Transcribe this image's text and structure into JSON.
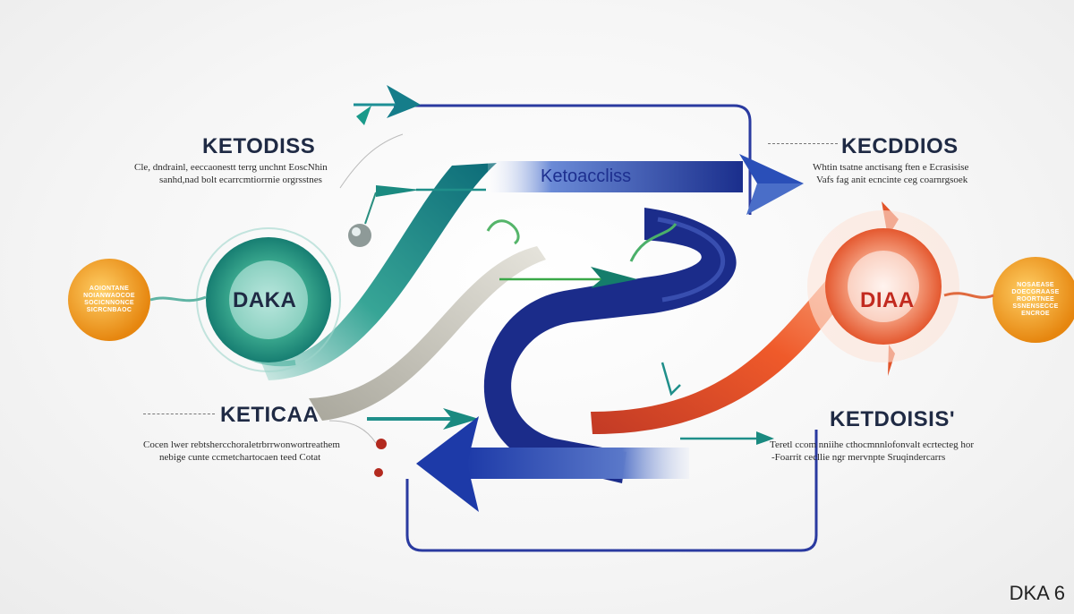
{
  "headings": {
    "top_left": "KETODISS",
    "top_right": "KECDDIOS",
    "bottom_left": "KETICAA",
    "bottom_right": "KETDOISIS'"
  },
  "captions": {
    "top_left_line1": "Cle, dndrainl, eeccaonestt terrg unchnt EoscNhin",
    "top_left_line2": "sanhd,nad bolt ecarrcmtiorrnie orgrsstnes",
    "top_right_line1": "Whtin tsatne anctisang ften e Ecrasisise",
    "top_right_line2": "Vafs fag anit ecncinte ceg coarnrgsoek",
    "bottom_left_line1": "Cocen lwer rebtshercchoraletrbrrwonwortreathem",
    "bottom_left_line2": "nebige cunte ccmetchartocaen teed Cotat",
    "bottom_right_line1": "Teretl ccom nniihe cthocmnnlofonvalt ecrtecteg hor",
    "bottom_right_line2": "-Foarrit cecllie ngr mervnpte Sruqindercarrs"
  },
  "banner_label": "Ketoaccliss",
  "left_node_label": "DAKA",
  "right_node_label": "DIAA",
  "left_pill": [
    "AOIONTANE",
    "NOIANWAOCOE",
    "SOCICNNONCE",
    "SICRCNBAOC"
  ],
  "right_pill": [
    "NOSAEASE",
    "DOECGRAASE",
    "ROORTNEE",
    "SSNENSECCE",
    "ENCROE"
  ],
  "corner_mark": "DKA 6",
  "colors": {
    "navy": "#1d2f8f",
    "teal": "#1f9a8a",
    "orange": "#e0562a",
    "gold": "#f0a21c"
  }
}
